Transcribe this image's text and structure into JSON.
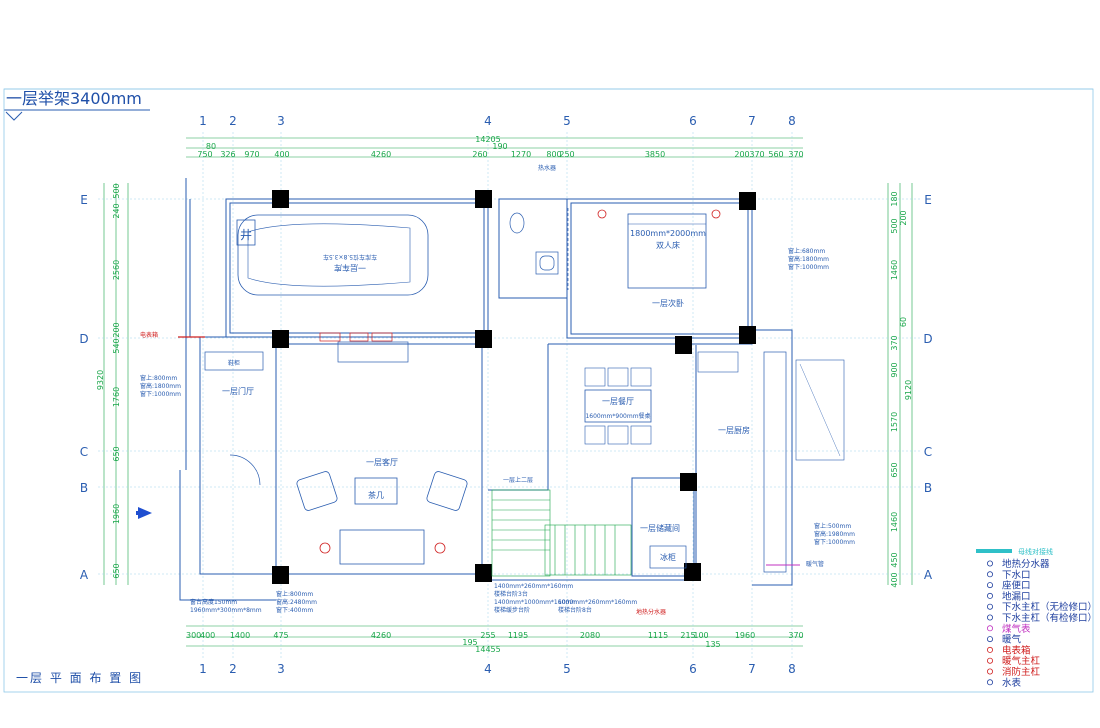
{
  "title": "一层举架3400mm",
  "subtitle": "一层 平 面 布 置 图",
  "axes": {
    "columns": [
      "1",
      "2",
      "3",
      "4",
      "5",
      "6",
      "7",
      "8"
    ],
    "rows": [
      "E",
      "D",
      "C",
      "B",
      "A"
    ]
  },
  "dims": {
    "total_top": "14205",
    "total_bottom": "14455",
    "top_row1": [
      "80",
      "190"
    ],
    "top_row2": [
      "750",
      "326",
      "970",
      "400",
      "4260",
      "260",
      "1270",
      "800",
      "250",
      "3850",
      "200",
      "370",
      "560",
      "370"
    ],
    "bottom_row": [
      "300",
      "400",
      "1400",
      "475",
      "4260",
      "255",
      "1195",
      "2080",
      "1115",
      "215",
      "100",
      "1960",
      "370"
    ],
    "bottom_extra": [
      "195",
      "135"
    ],
    "left_total": "9320",
    "left_side": [
      "500",
      "240",
      "2560",
      "200",
      "540",
      "1760",
      "650",
      "1960",
      "650"
    ],
    "right_total": "9120",
    "right_side": [
      "180",
      "500",
      "1460",
      "370",
      "900",
      "1570",
      "650",
      "1460",
      "450",
      "400"
    ],
    "right_side_inner": [
      "200",
      "60"
    ]
  },
  "rooms": {
    "garage": "一层车库",
    "garage_mirror": "车库车位5.8×3.5车",
    "well": "井",
    "bedroom": "一层次卧",
    "bed": "双人床",
    "bed_size": "1800mm*2000mm",
    "foyer": "一层门厅",
    "living": "一层客厅",
    "coffee_table": "茶几",
    "dining": "一层餐厅",
    "dining_table": "1600mm*900mm餐桌",
    "kitchen": "一层厨房",
    "storage": "一层储藏间",
    "fridge": "冰柜",
    "shoe_cabinet": "鞋柜",
    "stairs_up": "一层上二层"
  },
  "notes": {
    "window_left_a": "窗上:800mm",
    "window_left_b": "窗高:1800mm",
    "window_left_c": "窗下:1000mm",
    "window_br_a": "窗上:500mm",
    "window_br_b": "窗高:1980mm",
    "window_br_c": "窗下:1000mm",
    "window_bed_a": "窗上:680mm",
    "window_bed_b": "窗高:1800mm",
    "window_bed_c": "窗下:1000mm",
    "window_bot_a": "窗上:800mm",
    "window_bot_b": "窗高:2480mm",
    "window_bot_c": "窗下:400mm",
    "step_a": "1400mm*260mm*160mm",
    "step_b": "楼梯台阶3台",
    "step_c": "1400mm*1000mm*160mm",
    "step_d": "楼梯缓步台阶",
    "step_e": "1000mm*260mm*160mm",
    "step_f": "楼梯台阶8台",
    "sill": "窗台高度150mm",
    "sill_size": "1960mm*300mm*8mm",
    "water_heater": "热水器",
    "meter_box": "电表箱",
    "radiator_note": "暖气管",
    "floor_heat_note": "地热分水器"
  },
  "legend": {
    "title_top": "母线对接线",
    "items": [
      {
        "label": "地热分水器",
        "color": "#1f3f9f",
        "icon": "manifold-icon"
      },
      {
        "label": "下水口",
        "color": "#1f3f9f",
        "icon": "floor-drain-icon"
      },
      {
        "label": "座便口",
        "color": "#1f3f9f",
        "icon": "toilet-drain-icon"
      },
      {
        "label": "地漏口",
        "color": "#1f3f9f",
        "icon": "floor-grate-icon"
      },
      {
        "label": "下水主杠（无检修口）",
        "color": "#1f3f9f",
        "icon": "main-drain-icon"
      },
      {
        "label": "下水主杠（有检修口）",
        "color": "#1f3f9f",
        "icon": "main-drain-access-icon"
      },
      {
        "label": "煤气表",
        "color": "#c030c0",
        "icon": "gas-meter-icon"
      },
      {
        "label": "暖气",
        "color": "#1f3f9f",
        "icon": "radiator-icon"
      },
      {
        "label": "电表箱",
        "color": "#d02020",
        "icon": "meter-box-icon"
      },
      {
        "label": "暖气主杠",
        "color": "#d02020",
        "icon": "heating-main-icon"
      },
      {
        "label": "消防主杠",
        "color": "#d02020",
        "icon": "fire-main-icon"
      },
      {
        "label": "水表",
        "color": "#1f3f9f",
        "icon": "water-meter-icon"
      }
    ]
  }
}
